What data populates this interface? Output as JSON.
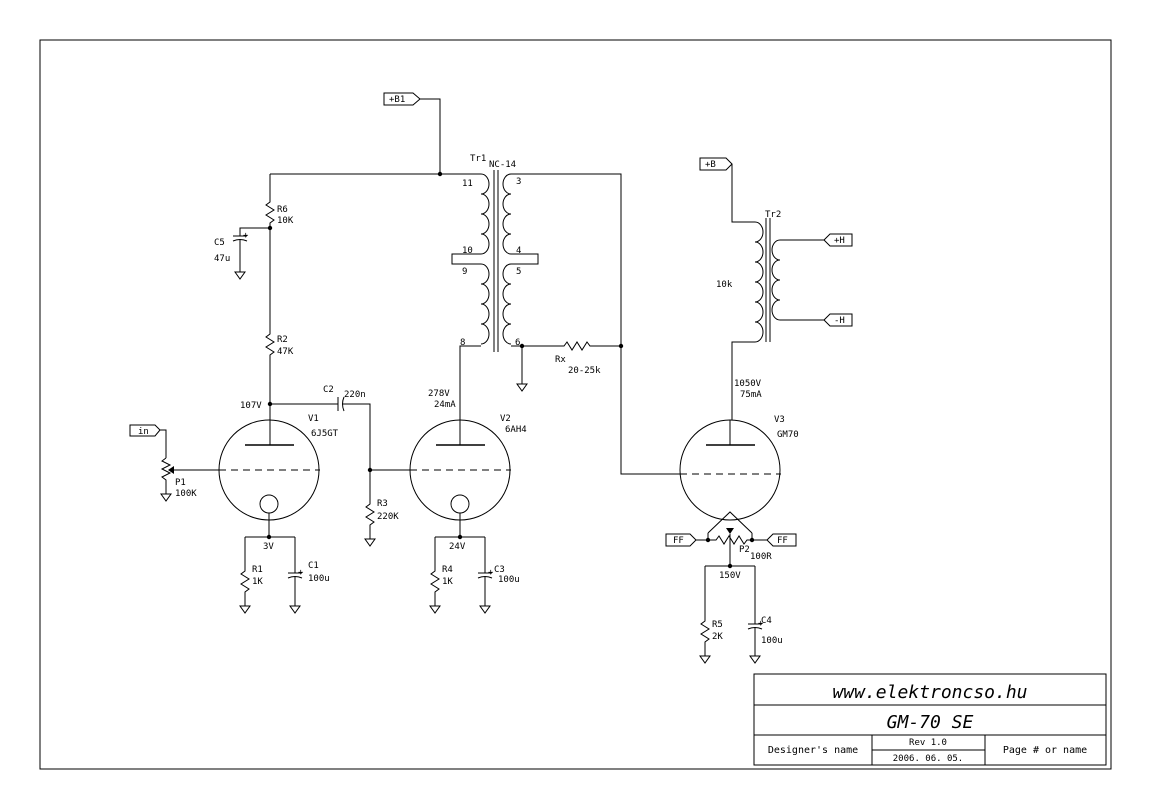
{
  "labels": {
    "b1": "+B1",
    "b": "+B",
    "in": "in",
    "tr1": "Tr1",
    "nc14": "NC-14",
    "tr2": "Tr2",
    "plus_h": "+H",
    "minus_h": "-H",
    "ff_left": "FF",
    "ff_right": "FF",
    "pins": {
      "p11": "11",
      "p10": "10",
      "p9": "9",
      "p8": "8",
      "p3": "3",
      "p4": "4",
      "p5": "5",
      "p6": "6"
    },
    "r6": "R6",
    "r6_val": "10K",
    "c5": "C5",
    "c5_val": "47u",
    "r2": "R2",
    "r2_val": "47K",
    "v107": "107V",
    "c2": "C2",
    "c2_val": "220n",
    "v1": "V1",
    "v1_type": "6J5GT",
    "p1": "P1",
    "p1_val": "100K",
    "r3": "R3",
    "r3_val": "220K",
    "v3v": "3V",
    "r1": "R1",
    "r1_val": "1K",
    "c1": "C1",
    "c1_val": "100u",
    "v278": "278V",
    "ma24": "24mA",
    "v2": "V2",
    "v2_type": "6AH4",
    "v24v": "24V",
    "r4": "R4",
    "r4_val": "1K",
    "c3": "C3",
    "c3_val": "100u",
    "rx": "Rx",
    "rx_val": "20-25k",
    "tr2_imp": "10k",
    "v1050": "1050V",
    "ma75": "75mA",
    "v3": "V3",
    "v3_type": "GM70",
    "p2": "P2",
    "p2_val": "100R",
    "v150": "150V",
    "r5": "R5",
    "r5_val": "2K",
    "c4": "C4",
    "c4_val": "100u"
  },
  "title_block": {
    "website": "www.elektroncso.hu",
    "project": "GM-70 SE",
    "designer": "Designer's name",
    "rev": "Rev 1.0",
    "date": "2006. 06. 05.",
    "page": "Page # or name"
  }
}
